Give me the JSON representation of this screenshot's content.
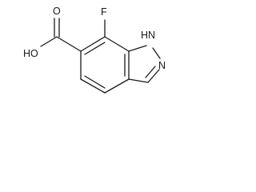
{
  "molecule": {
    "atoms": {
      "fluorine": "F",
      "hydroxyl": "HO",
      "carbonyl_oxygen": "O",
      "nh": "H",
      "n1": "N",
      "n2": "N"
    },
    "colors": {
      "bond": "#1a1a1a",
      "text": "#1a1a1a",
      "background": "#ffffff"
    }
  }
}
